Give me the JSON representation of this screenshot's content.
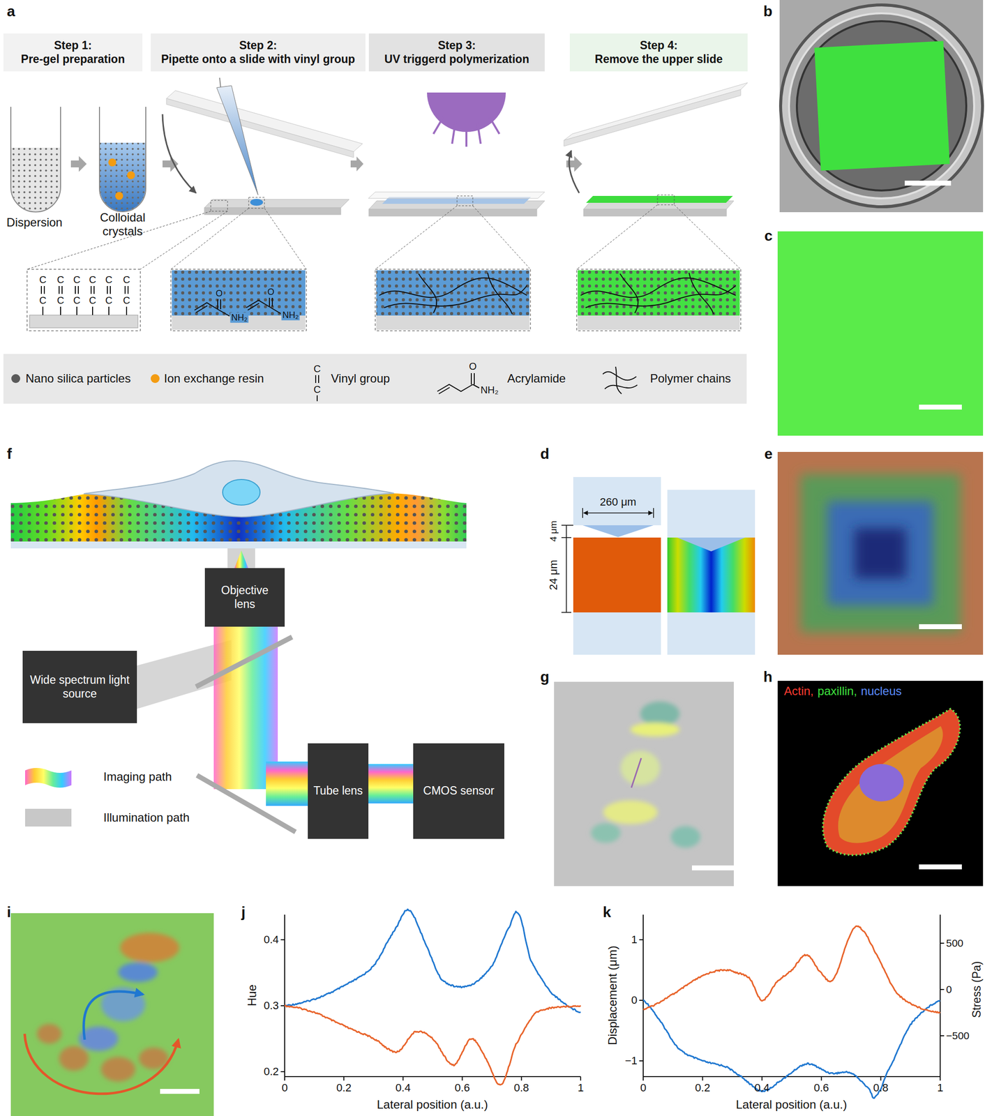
{
  "diagram": {
    "nodes": [
      {
        "text": [
          "Step 1:",
          "Pre-gel preparation"
        ]
      },
      {
        "text": [
          "Step 2:",
          "Pipette onto a slide with vinyl group"
        ]
      },
      {
        "text": [
          "Step 3:",
          "UV triggerd polymerization"
        ]
      },
      {
        "text": [
          "Step 4:",
          "Remove the upper slide"
        ]
      },
      {
        "text": [
          "Objective lens"
        ]
      },
      {
        "text": [
          "Wide spectrum light source"
        ]
      },
      {
        "text": [
          "Tube lens"
        ]
      },
      {
        "text": [
          "CMOS sensor"
        ]
      }
    ],
    "labels": [
      "a",
      "Dispersion",
      "Colloidal crystals",
      "C",
      "C",
      "C",
      "C",
      "C",
      "C",
      "C",
      "C",
      "C",
      "C",
      "C",
      "C",
      "O",
      "NH₂",
      "O",
      "NH₂",
      "C",
      "C",
      "O",
      "NH₂",
      "b",
      "c",
      "d",
      "260 μm",
      "4 μm",
      "24 μm",
      "e",
      "f",
      "g",
      "h",
      "Actin,",
      "paxillin,",
      "nucleus",
      "i",
      "j",
      "0.4",
      "0.3",
      "0.2",
      "0",
      "0.2",
      "0.4",
      "0.6",
      "0.8",
      "1",
      "Hue",
      "Lateral position (a.u.)",
      "k",
      "1",
      "0",
      "−1",
      "500",
      "0",
      "−500",
      "0",
      "0.2",
      "0.4",
      "0.6",
      "0.8",
      "1",
      "Displacement (μm)",
      "Stress (Pa)",
      "Lateral position (a.u.)"
    ],
    "legend": [
      {
        "text": "Nano silica particles",
        "color": "#5a5a5a"
      },
      {
        "text": "Ion exchange resin",
        "color": "#f39c12"
      },
      {
        "text": "Vinyl group"
      },
      {
        "text": "Acrylamide"
      },
      {
        "text": "Polymer chains"
      },
      {
        "text": "Imaging path"
      },
      {
        "text": "Illumination path",
        "color": "#c8c8c8"
      }
    ]
  }
}
